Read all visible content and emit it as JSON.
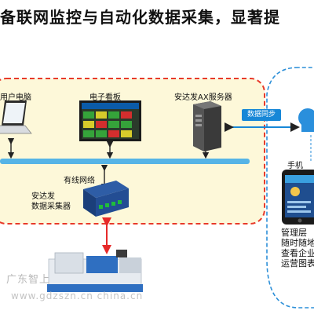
{
  "title": "备联网监控与自动化数据采集，显著提",
  "nodes": {
    "user_pc": "用户电脑",
    "e_board": "电子看板",
    "ax_server": "安达发AX服务器",
    "sync": "数据同步",
    "wired_net": "有线网络",
    "collector_line1": "安达发",
    "collector_line2": "数据采集器",
    "phone": "手机"
  },
  "mgmt_lines": [
    "管理层",
    "随时随地",
    "查看企业",
    "运营图表"
  ],
  "watermark": {
    "line1": "广东智上",
    "line2": "www.gdzszn.cn china.cn"
  },
  "colors": {
    "panel_fill": "#fdf8d9",
    "panel_border": "#e83a2a",
    "cloud_border": "#2c8fd8",
    "bus": "#56b4e6",
    "sync_arrow": "#1787d7",
    "red_link": "#e62a2a"
  }
}
